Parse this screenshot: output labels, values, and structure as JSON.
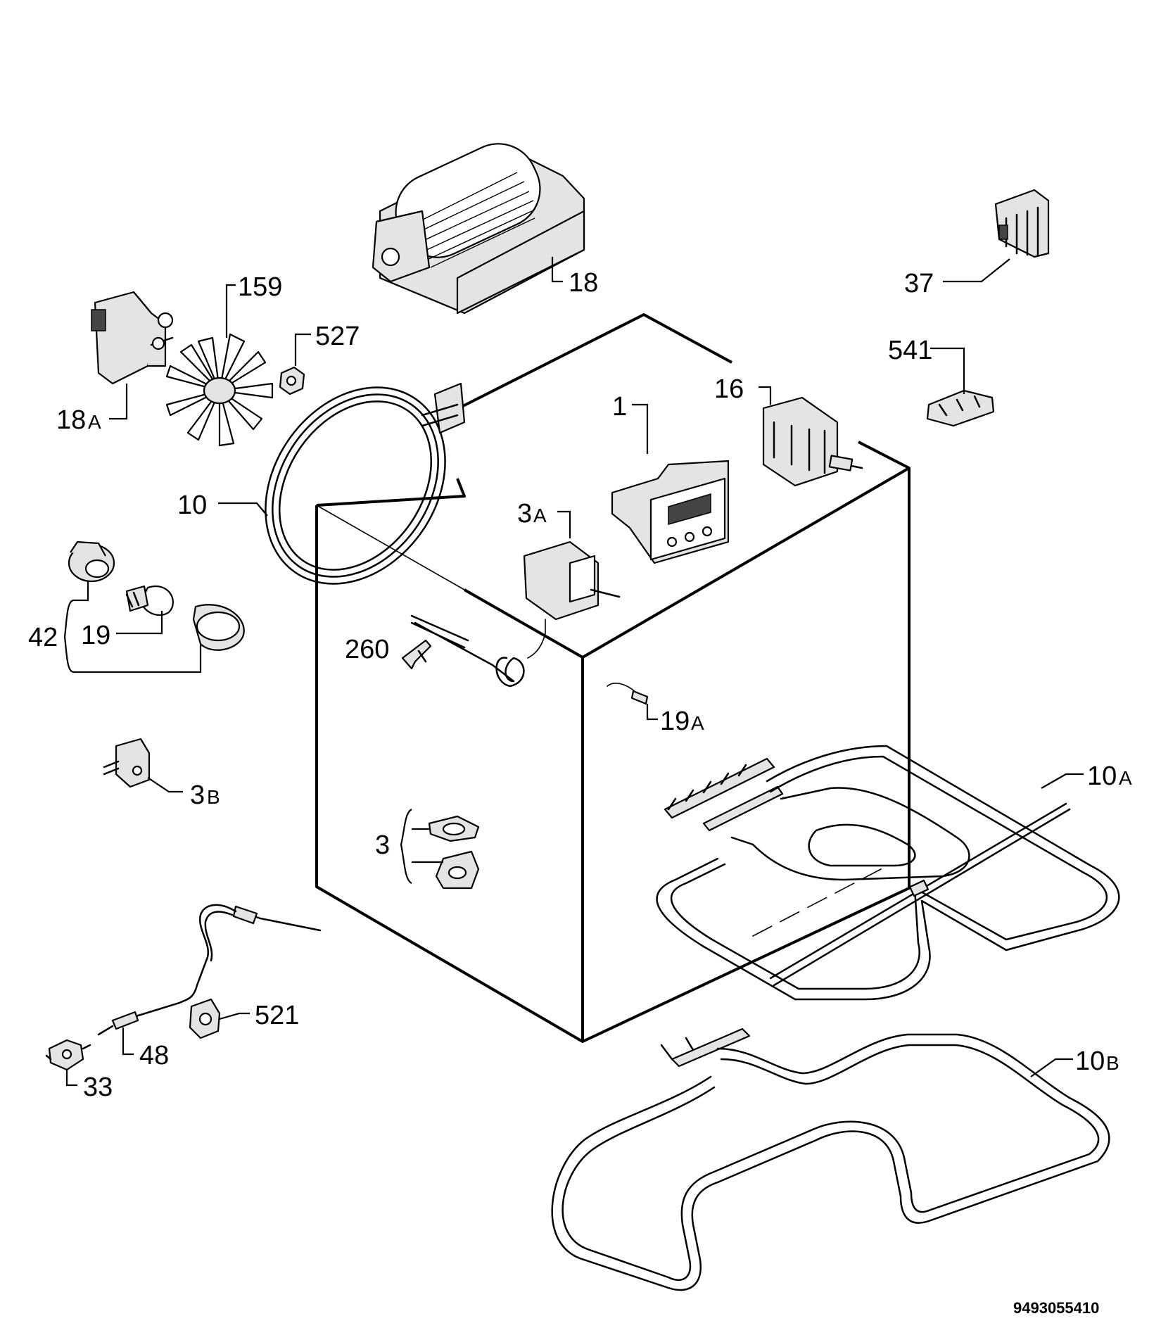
{
  "diagram": {
    "drawing_code": "9493055410",
    "labels": {
      "l1": "1",
      "l3": "3",
      "l3a_main": "3",
      "l3a_sub": "A",
      "l3b_main": "3",
      "l3b_sub": "B",
      "l10": "10",
      "l10a_main": "10",
      "l10a_sub": "A",
      "l10b_main": "10",
      "l10b_sub": "B",
      "l16": "16",
      "l18": "18",
      "l18a_main": "18",
      "l18a_sub": "A",
      "l19": "19",
      "l19a_main": "19",
      "l19a_sub": "A",
      "l33": "33",
      "l37": "37",
      "l42": "42",
      "l48": "48",
      "l159": "159",
      "l260": "260",
      "l521": "521",
      "l527": "527",
      "l541": "541"
    }
  }
}
